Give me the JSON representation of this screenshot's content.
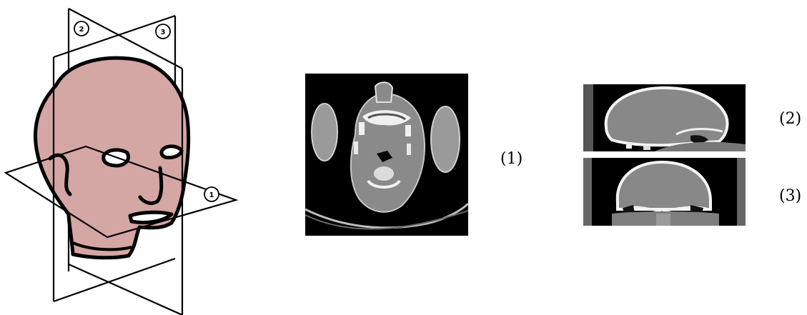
{
  "diagram": {
    "head": {
      "fill": "#d4a6a4",
      "stroke": "#000000",
      "planes": [
        {
          "number": "1"
        },
        {
          "number": "2"
        },
        {
          "number": "3"
        }
      ]
    },
    "views": [
      {
        "label": "(1)"
      },
      {
        "label": "(2)"
      },
      {
        "label": "(3)"
      }
    ],
    "colors": {
      "background": "#ffffff",
      "scan_background": "#000000",
      "tissue": "#8a8a8a",
      "bone": "#f2f2f2"
    }
  }
}
